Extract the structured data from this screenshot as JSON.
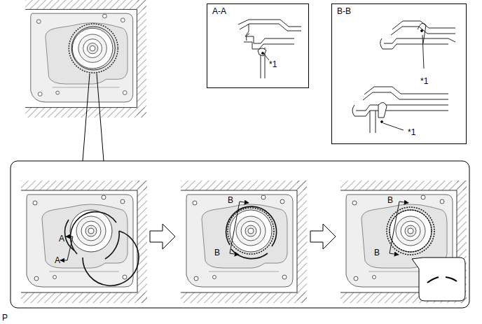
{
  "diagram": {
    "nodes": [
      {
        "text": [
          "A-A",
          "*1"
        ]
      },
      {
        "text": [
          "B-B",
          "*1",
          "*1"
        ]
      }
    ],
    "labels": [
      "A",
      "A",
      "B",
      "B",
      "B",
      "B",
      "P"
    ]
  }
}
